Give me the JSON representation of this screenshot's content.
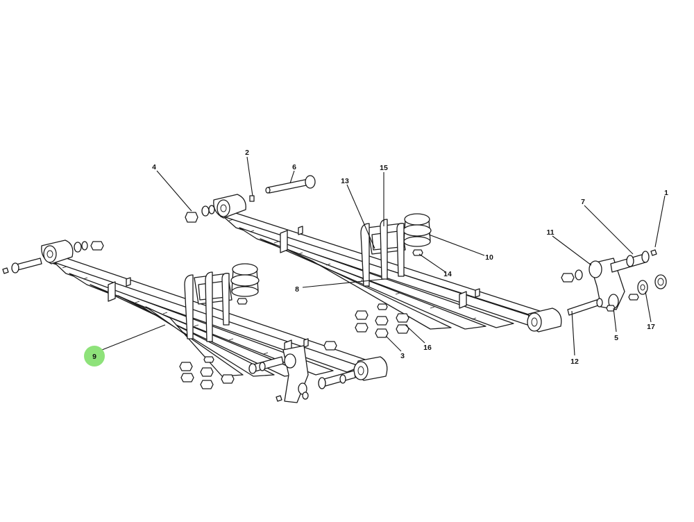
{
  "colors": {
    "highlight": "#8ee27a",
    "line": "#1a1a1a",
    "background": "#ffffff"
  },
  "callouts": [
    {
      "id": "1",
      "label": "1"
    },
    {
      "id": "2",
      "label": "2"
    },
    {
      "id": "3",
      "label": "3"
    },
    {
      "id": "4",
      "label": "4"
    },
    {
      "id": "5",
      "label": "5"
    },
    {
      "id": "6",
      "label": "6"
    },
    {
      "id": "7",
      "label": "7"
    },
    {
      "id": "8",
      "label": "8"
    },
    {
      "id": "9",
      "label": "9",
      "highlighted": true
    },
    {
      "id": "10",
      "label": "10"
    },
    {
      "id": "11",
      "label": "11"
    },
    {
      "id": "12",
      "label": "12"
    },
    {
      "id": "13",
      "label": "13"
    },
    {
      "id": "14",
      "label": "14"
    },
    {
      "id": "15",
      "label": "15"
    },
    {
      "id": "16",
      "label": "16"
    },
    {
      "id": "17",
      "label": "17"
    }
  ]
}
